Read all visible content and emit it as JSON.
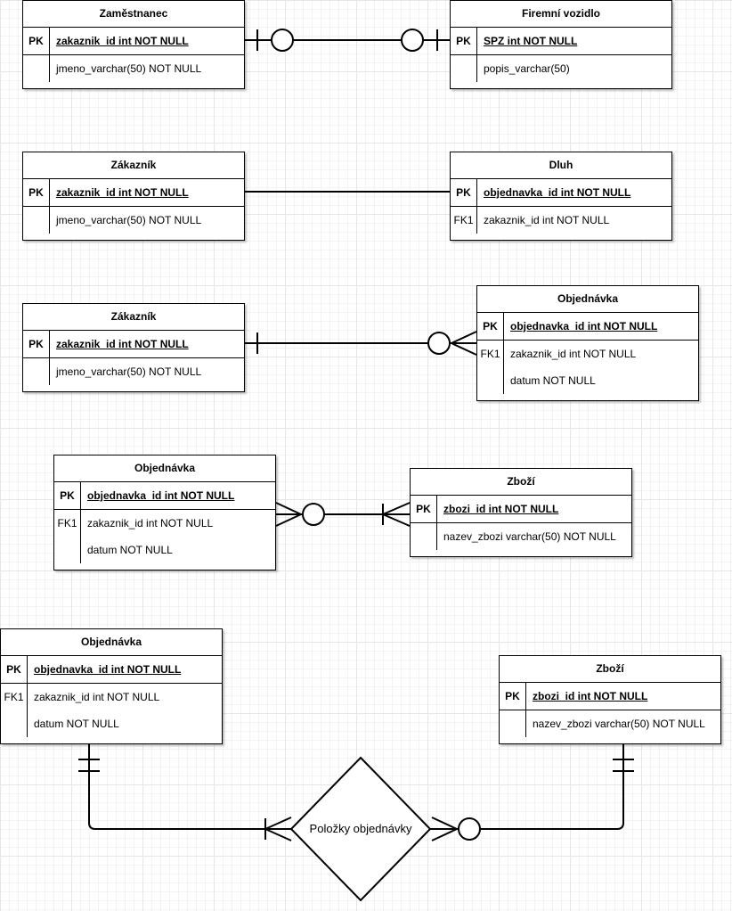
{
  "entities": {
    "zamestnanec": {
      "title": "Zaměstnanec",
      "pk_key": "PK",
      "pk_col": "zakaznik_id int NOT NULL",
      "col2": "jmeno_varchar(50) NOT NULL"
    },
    "vozidlo": {
      "title": "Firemní vozidlo",
      "pk_key": "PK",
      "pk_col": "SPZ int NOT NULL",
      "col2": "popis_varchar(50)"
    },
    "zakaznik1": {
      "title": "Zákazník",
      "pk_key": "PK",
      "pk_col": "zakaznik_id int NOT NULL",
      "col2": "jmeno_varchar(50) NOT NULL"
    },
    "dluh": {
      "title": "Dluh",
      "pk_key": "PK",
      "pk_col": "objednavka_id int NOT NULL",
      "fk_key": "FK1",
      "col2": "zakaznik_id int NOT NULL"
    },
    "zakaznik2": {
      "title": "Zákazník",
      "pk_key": "PK",
      "pk_col": "zakaznik_id int NOT NULL",
      "col2": "jmeno_varchar(50) NOT NULL"
    },
    "objednavka1": {
      "title": "Objednávka",
      "pk_key": "PK",
      "pk_col": "objednavka_id int NOT NULL",
      "fk_key": "FK1",
      "col2": "zakaznik_id int NOT NULL",
      "col3": "datum NOT NULL"
    },
    "objednavka2": {
      "title": "Objednávka",
      "pk_key": "PK",
      "pk_col": "objednavka_id int NOT NULL",
      "fk_key": "FK1",
      "col2": "zakaznik_id int NOT NULL",
      "col3": "datum NOT NULL"
    },
    "zbozi1": {
      "title": "Zboží",
      "pk_key": "PK",
      "pk_col": "zbozi_id int NOT NULL",
      "col2": "nazev_zbozi varchar(50) NOT NULL"
    },
    "objednavka3": {
      "title": "Objednávka",
      "pk_key": "PK",
      "pk_col": "objednavka_id int NOT NULL",
      "fk_key": "FK1",
      "col2": "zakaznik_id int NOT NULL",
      "col3": "datum NOT NULL"
    },
    "zbozi2": {
      "title": "Zboží",
      "pk_key": "PK",
      "pk_col": "zbozi_id int NOT NULL",
      "col2": "nazev_zbozi varchar(50) NOT NULL"
    }
  },
  "relationship": {
    "label": "Položky objednávky"
  }
}
